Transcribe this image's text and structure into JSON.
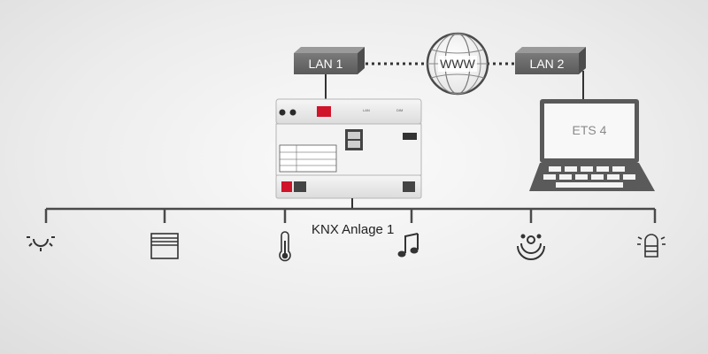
{
  "network": {
    "lan1_label": "LAN 1",
    "lan2_label": "LAN 2",
    "www_label": "WWW"
  },
  "laptop": {
    "screen_label": "ETS 4"
  },
  "bus": {
    "label": "KNX Anlage 1"
  },
  "devices": [
    {
      "icon": "light-icon"
    },
    {
      "icon": "blinds-icon"
    },
    {
      "icon": "thermometer-icon"
    },
    {
      "icon": "music-note-icon"
    },
    {
      "icon": "security-sensor-icon"
    },
    {
      "icon": "alarm-light-icon"
    }
  ],
  "colors": {
    "lan_box": "#6b6b6b",
    "bus_line": "#4a4a4a",
    "laptop_body": "#5a5a5a"
  }
}
